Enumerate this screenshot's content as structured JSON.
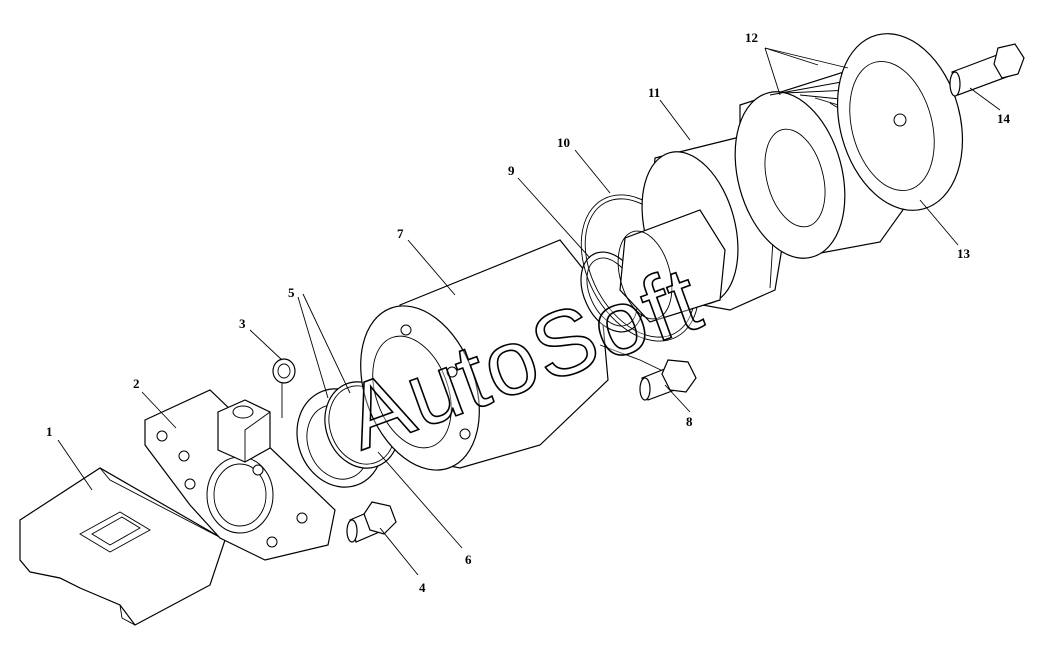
{
  "watermark": "AutoSoft",
  "callouts": [
    {
      "id": "1",
      "label": "1"
    },
    {
      "id": "2",
      "label": "2"
    },
    {
      "id": "3",
      "label": "3"
    },
    {
      "id": "4",
      "label": "4"
    },
    {
      "id": "5",
      "label": "5"
    },
    {
      "id": "6",
      "label": "6"
    },
    {
      "id": "7",
      "label": "7"
    },
    {
      "id": "8",
      "label": "8"
    },
    {
      "id": "9",
      "label": "9"
    },
    {
      "id": "10",
      "label": "10"
    },
    {
      "id": "11",
      "label": "11"
    },
    {
      "id": "12",
      "label": "12"
    },
    {
      "id": "13",
      "label": "13"
    },
    {
      "id": "14",
      "label": "14"
    }
  ],
  "colors": {
    "line": "#000000",
    "background": "#ffffff"
  }
}
